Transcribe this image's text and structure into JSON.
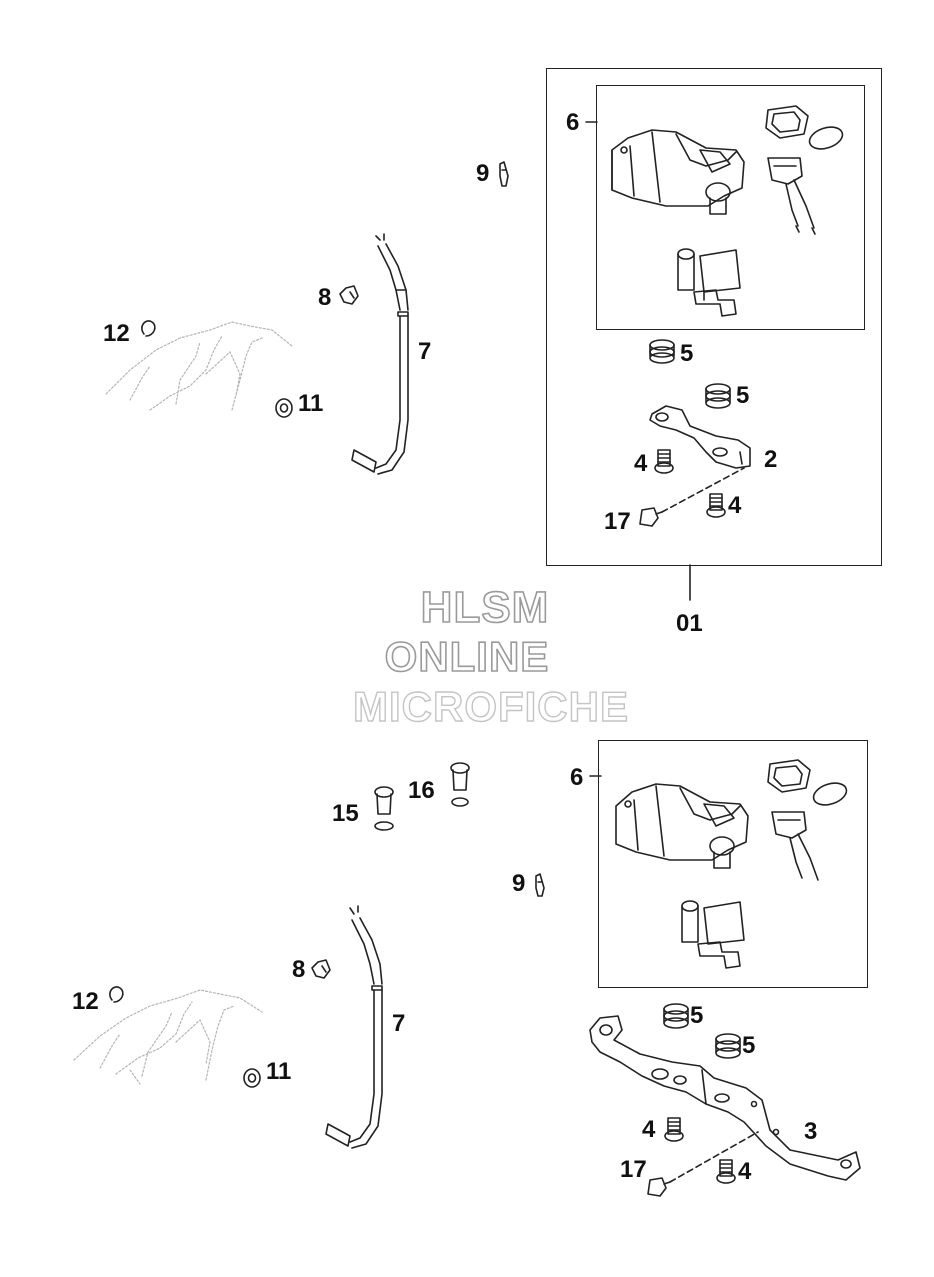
{
  "watermark": {
    "line1": "HLSM",
    "line2": "ONLINE",
    "line3": "MICROFICHE"
  },
  "top_assembly": {
    "assembly_label": "01",
    "callouts": {
      "switch_kit": "6",
      "pin": "9",
      "clip": "8",
      "cable": "7",
      "retainer_ring": "12",
      "grommet": "11",
      "rubber_top": "5",
      "rubber_mid": "5",
      "bracket": "2",
      "screw_left": "4",
      "screw_right": "4",
      "bolt": "17"
    }
  },
  "bottom_assembly": {
    "callouts": {
      "switch_kit": "6",
      "plug_a": "15",
      "plug_b": "16",
      "pin": "9",
      "clip": "8",
      "cable": "7",
      "retainer_ring": "12",
      "grommet": "11",
      "rubber_top": "5",
      "rubber_mid": "5",
      "bracket": "3",
      "screw_left": "4",
      "screw_right": "4",
      "bolt": "17"
    }
  },
  "colors": {
    "line": "#222222",
    "faint": "#b5b5b5",
    "watermark_outline": "#9a9a9a"
  }
}
